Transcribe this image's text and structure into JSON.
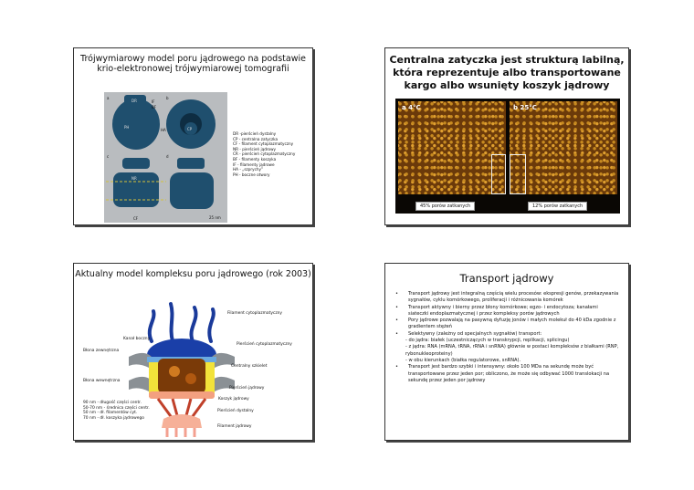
{
  "slide1": {
    "title": "Trójwymiarowy model poru jądrowego na podstawie krio-elektronowej trójwymiarowej tomografii",
    "legend": [
      "DR -pierścień dystalny",
      "CP - centralna zatyczka",
      "CF - filament cytoplazmatyczny",
      "NR - pierścień jądrowy",
      "CR - pierścień cytoplazmatyczny",
      "BF - filamenty koszyka",
      "IF - filamenty jądrowe",
      "HA - „szprychy”",
      "PH - boczne otwory"
    ],
    "figure_labels": {
      "a": "a",
      "b": "b",
      "c": "c",
      "d": "d",
      "scale": "25 nm",
      "dr": "DR",
      "cp": "CP",
      "ha": "HA",
      "ph": "PH",
      "nr": "NR",
      "if": "IF",
      "bf": "BF",
      "cf": "CF"
    }
  },
  "slide2": {
    "title": "Centralna zatyczka jest strukturą labilną, która reprezentuje albo transportowane kargo albo wsunięty koszyk jądrowy",
    "panel_a": "a  4°C",
    "panel_b": "b  25°C",
    "caption_a": "45% porów zatkanych",
    "caption_b": "12% porów zatkanych"
  },
  "slide3": {
    "title": "Aktualny model kompleksu poru jądrowego (rok 2003)",
    "labels": {
      "filament_cyto": "Filament cytoplazmatyczny",
      "kanal": "Kanał boczny",
      "blona_zew": "Błona zewnętrzna",
      "pierscien_cyto": "Pierścień cytoplazmatyczny",
      "szkielet": "Centralny szkielet",
      "blona_wew": "Błona wewnętrzna",
      "pierscien_jadr": "Pierścień jądrowy",
      "koszyk": "Koszyk jądrowy",
      "pierscien_dyst": "Pierścień dystalny",
      "filament_jadr": "Filament jądrowy"
    },
    "notes": [
      "90 nm - długość części centr.",
      "50-70 nm - średnica części centr.",
      "50 nm - dł. filamentów cyt.",
      "70 nm - dł. koszyka jądrowego"
    ]
  },
  "slide4": {
    "title": "Transport jądrowy",
    "items": [
      {
        "type": "bullet",
        "text": "Transport jądrowy jest integralną częścią wielu procesów: ekspresji genów, przekazywania sygnałów, cyklu komórkowego, proliferacji i różnicowania komórek"
      },
      {
        "type": "bullet",
        "text": "Transport aktywny i bierny przez błony komórkowe; egzo- i endocytoza; kanałami siateczki endoplazmatycznej i przez kompleksy porów jądrowych"
      },
      {
        "type": "bullet",
        "text": "Pory jądrowe pozwalają na pasywną dyfuzję jonów i małych molekuł do 40 kDa zgodnie z gradientem stężeń"
      },
      {
        "type": "bullet",
        "text": "Selektywny (zależny od specjalnych sygnałów) transport:"
      },
      {
        "type": "sub",
        "text": "- do jądra: białek (uczestniczących w transkrypcji, replikacji, splicingu)"
      },
      {
        "type": "sub",
        "text": "- z jądra: RNA (mRNA, tRNA, rRNA i snRNA) głównie w postaci kompleksów z białkami (RNP, rybonukleoproteiny)"
      },
      {
        "type": "sub",
        "text": "- w obu kierunkach (białka regulatorowe, snRNA)."
      },
      {
        "type": "bullet",
        "text": "Transport jest bardzo szybki i intensywny: około 100 MDa na sekundę może być transportowane przez jeden por; obliczono, że może się odbywać 1000 translokacji na sekundę przez jeden por jądrowy"
      }
    ]
  }
}
